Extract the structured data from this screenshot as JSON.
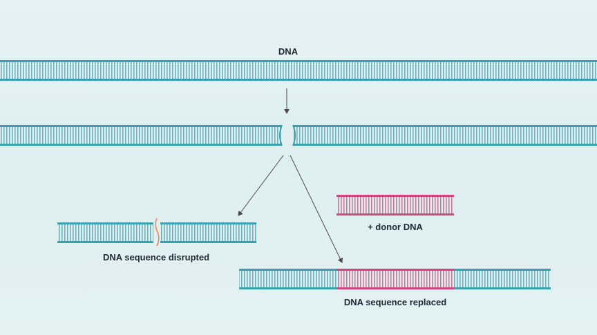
{
  "labels": {
    "dna": "DNA",
    "donor": "+ donor DNA",
    "disrupted": "DNA sequence disrupted",
    "replaced": "DNA sequence replaced"
  },
  "colors": {
    "teal_strand": "#3a9fae",
    "teal_rung": "#5cb7c3",
    "pink_strand": "#d2457e",
    "pink_rung": "#de6f9b",
    "arrow": "#4a4a4a",
    "break_mark": "#e08a5a"
  }
}
